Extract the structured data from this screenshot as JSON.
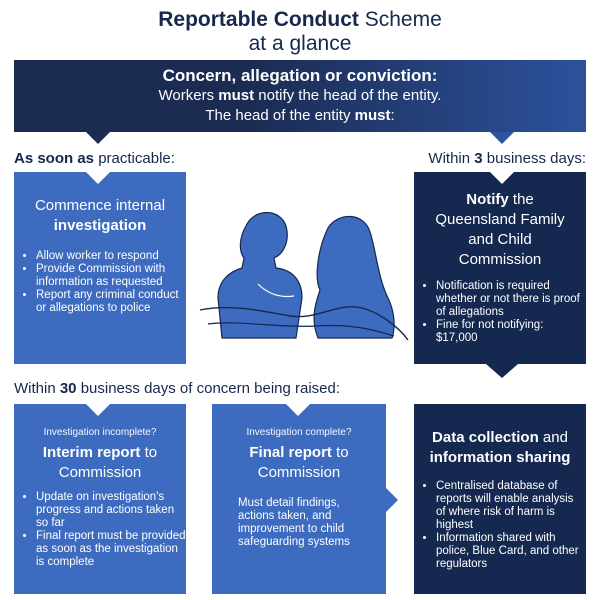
{
  "title": {
    "bold": "Reportable Conduct",
    "rest": " Scheme",
    "line2": "at a glance"
  },
  "banner": {
    "heading": "Concern, allegation or conviction:",
    "line1_pre": "Workers ",
    "line1_bold": "must",
    "line1_post": " notify the head of the entity.",
    "line2_pre": "The head of the entity ",
    "line2_bold": "must",
    "line2_post": ":"
  },
  "headers": {
    "asap_bold": "As soon as",
    "asap_rest": " practicable:",
    "within3_pre": "Within ",
    "within3_bold": "3",
    "within3_post": " business days:",
    "within30_pre": "Within ",
    "within30_bold": "30",
    "within30_post": " business days of concern being raised:"
  },
  "box_investigation": {
    "line1": "Commence internal",
    "line2_bold": "investigation",
    "bullets": [
      "Allow worker to respond",
      "Provide Commission with information as requested",
      "Report any criminal conduct or allegations to police"
    ]
  },
  "box_notify": {
    "bold": "Notify",
    "rest1": " the",
    "line2": "Queensland Family",
    "line3": "and Child",
    "line4": "Commission",
    "bullets": [
      "Notification is required whether or not there is proof of allegations",
      "Fine for not notifying: $17,000"
    ]
  },
  "box_interim": {
    "small": "Investigation incomplete?",
    "bold": "Interim report",
    "rest": " to",
    "line2": "Commission",
    "bullets": [
      "Update on investigation's progress and actions taken so far",
      "Final report must be provided as soon as the investigation is complete"
    ]
  },
  "box_final": {
    "small": "Investigation complete?",
    "bold": "Final report",
    "rest": " to",
    "line2": "Commission",
    "text": "Must detail findings, actions taken, and improvement to child safeguarding systems"
  },
  "box_data": {
    "bold1": "Data collection",
    "rest1": " and",
    "bold2": "information sharing",
    "bullets": [
      "Centralised database of reports will enable analysis of where risk of harm is highest",
      "Information shared with police, Blue Card, and other regulators"
    ]
  },
  "colors": {
    "navy": "#15284f",
    "blue": "#3d6bbf",
    "title": "#16284d"
  },
  "illustration": {
    "icon": "two-people-talking-illustration"
  }
}
